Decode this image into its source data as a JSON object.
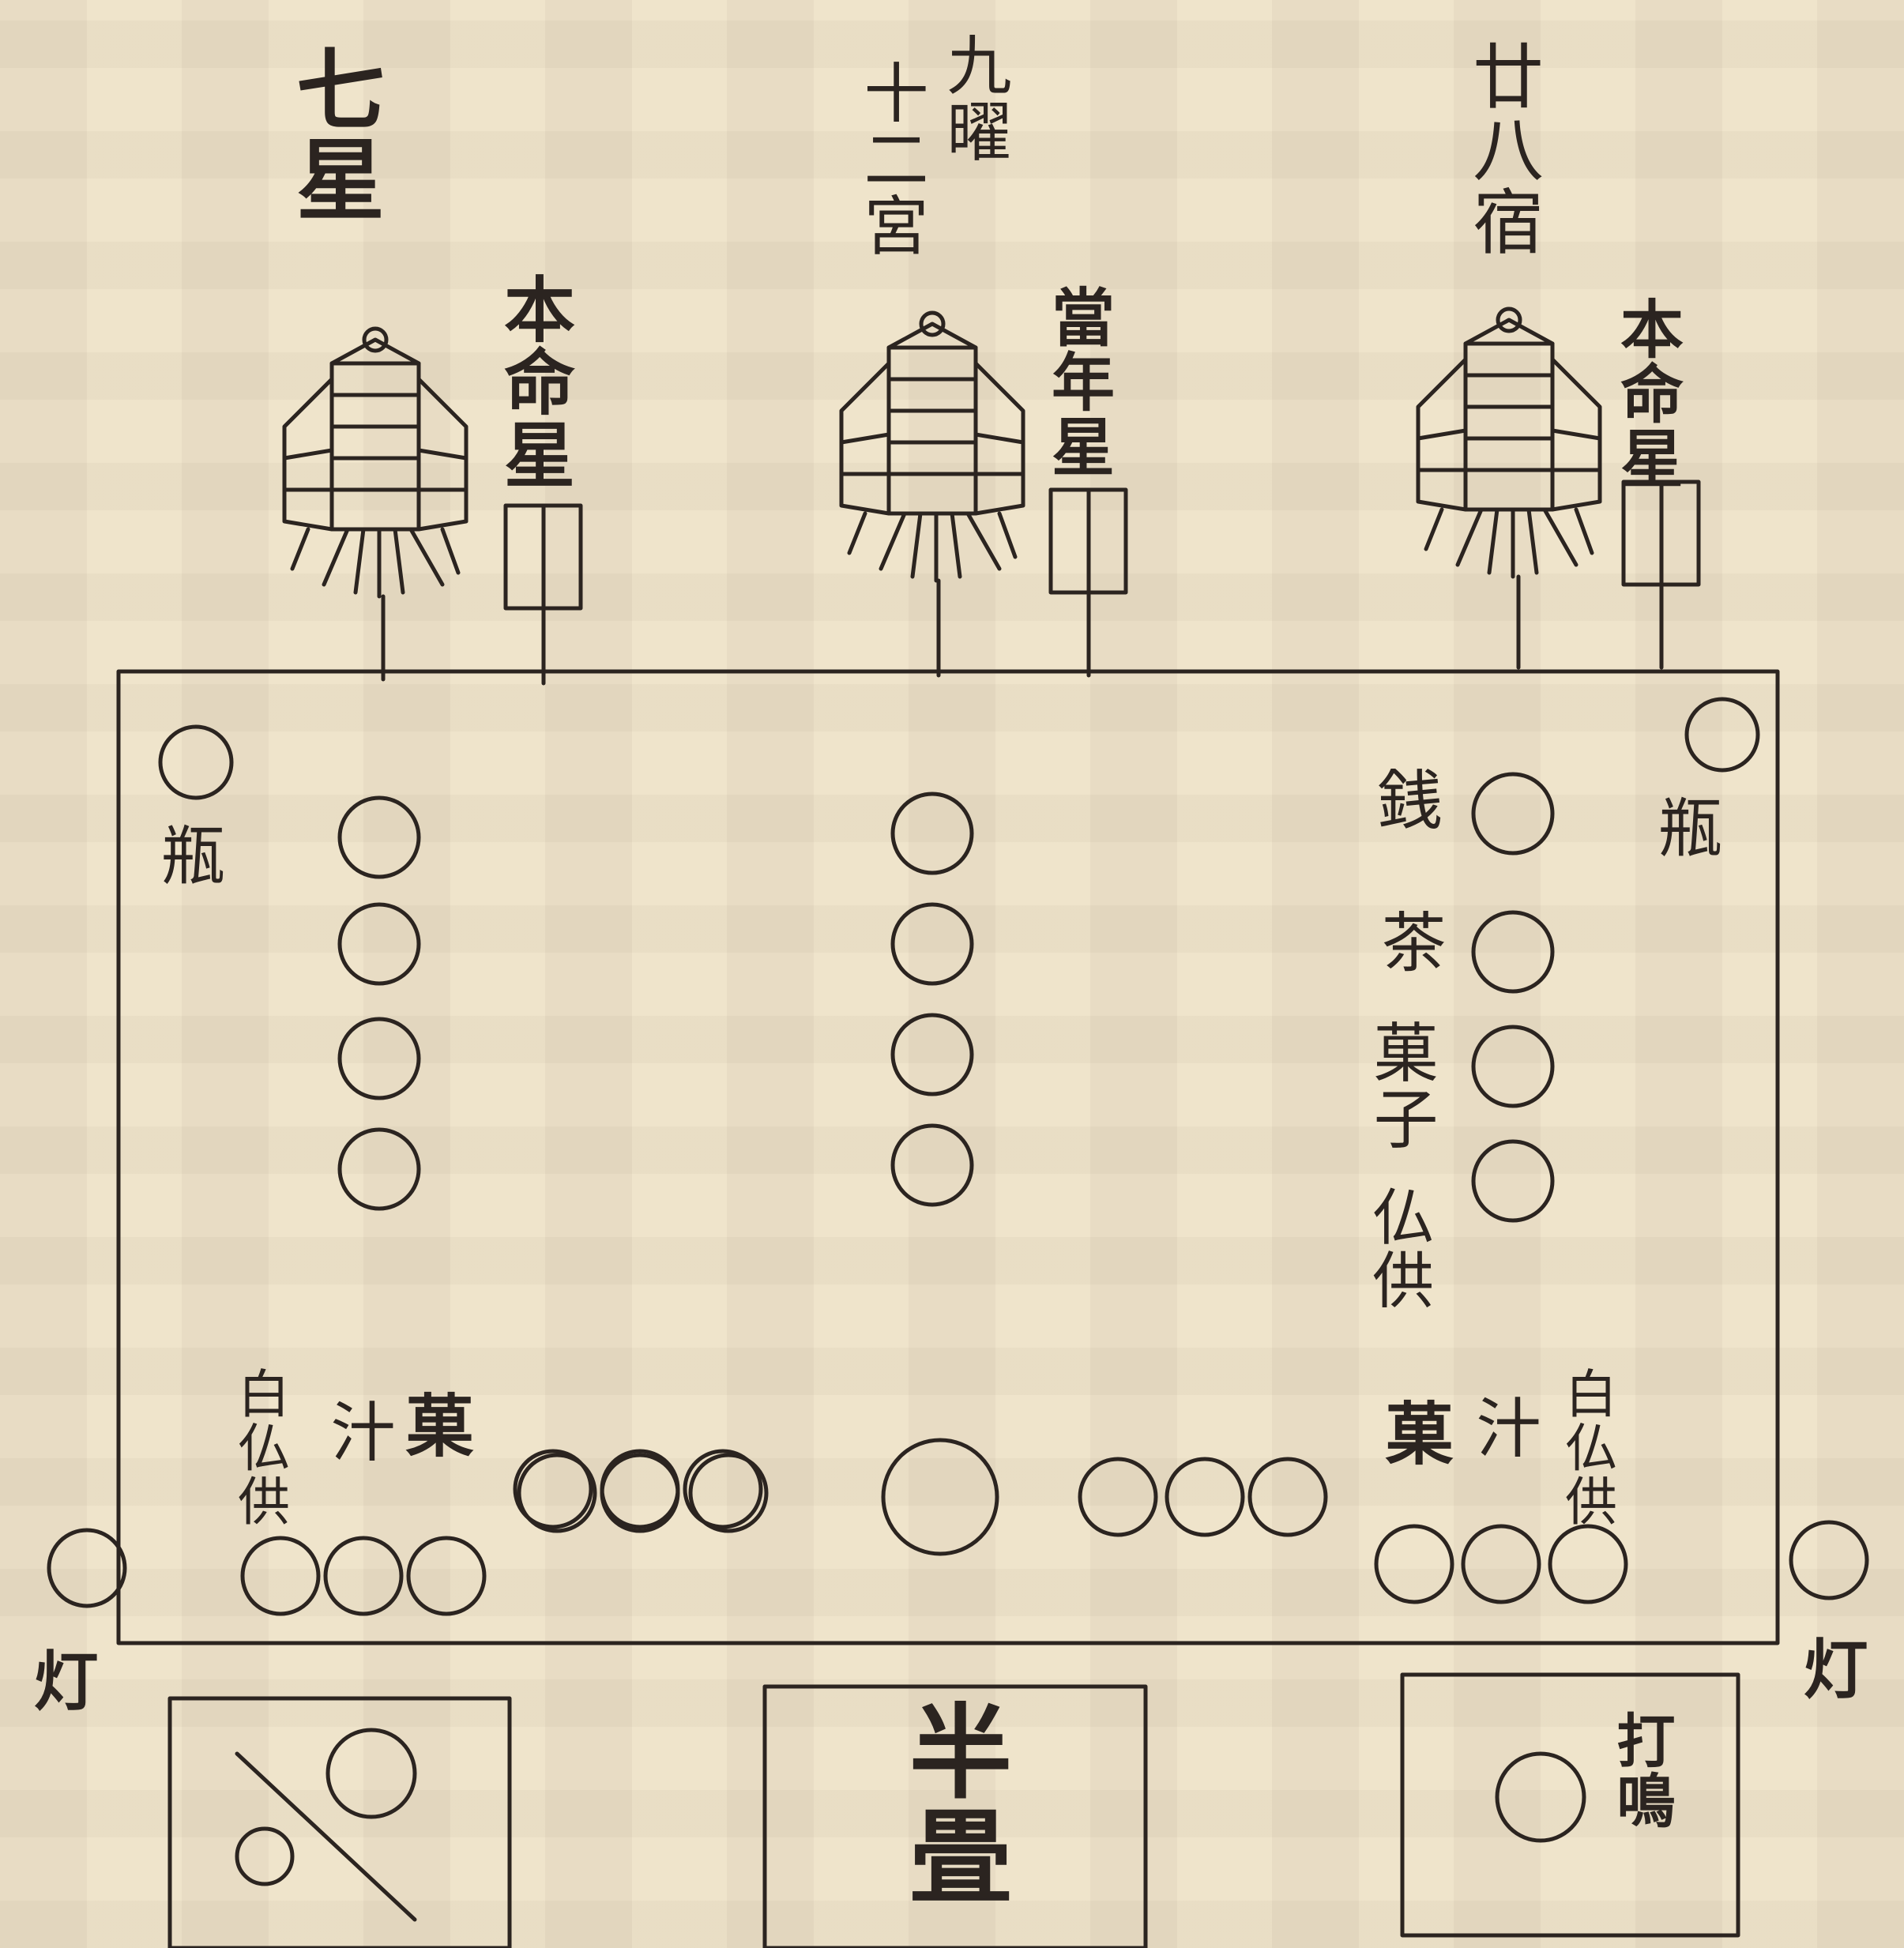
{
  "top_labels": {
    "seven_stars": "七星",
    "twelve_palaces": "十二宮",
    "nine_luminaries": "九曜",
    "twenty_eight_mansions": "廿八宿"
  },
  "tablets": {
    "left": "本命星",
    "middle": "當年星",
    "right": "本命星"
  },
  "table_labels": {
    "vase_left": "瓶",
    "vase_right": "瓶",
    "coin": "銭",
    "tea": "茶",
    "sweets": "菓子",
    "offering_right": "仏供",
    "fruit_left": "菓",
    "soup_left": "汁",
    "rice_offering_left": "白仏供",
    "fruit_right": "菓",
    "soup_right": "汁",
    "rice_offering_right": "白仏供"
  },
  "lamps": {
    "left": "灯",
    "right": "灯"
  },
  "bottom": {
    "mat": "半畳",
    "gong": "打鳴"
  },
  "colors": {
    "paper": "#efe4cb",
    "ink": "#2b2420"
  }
}
